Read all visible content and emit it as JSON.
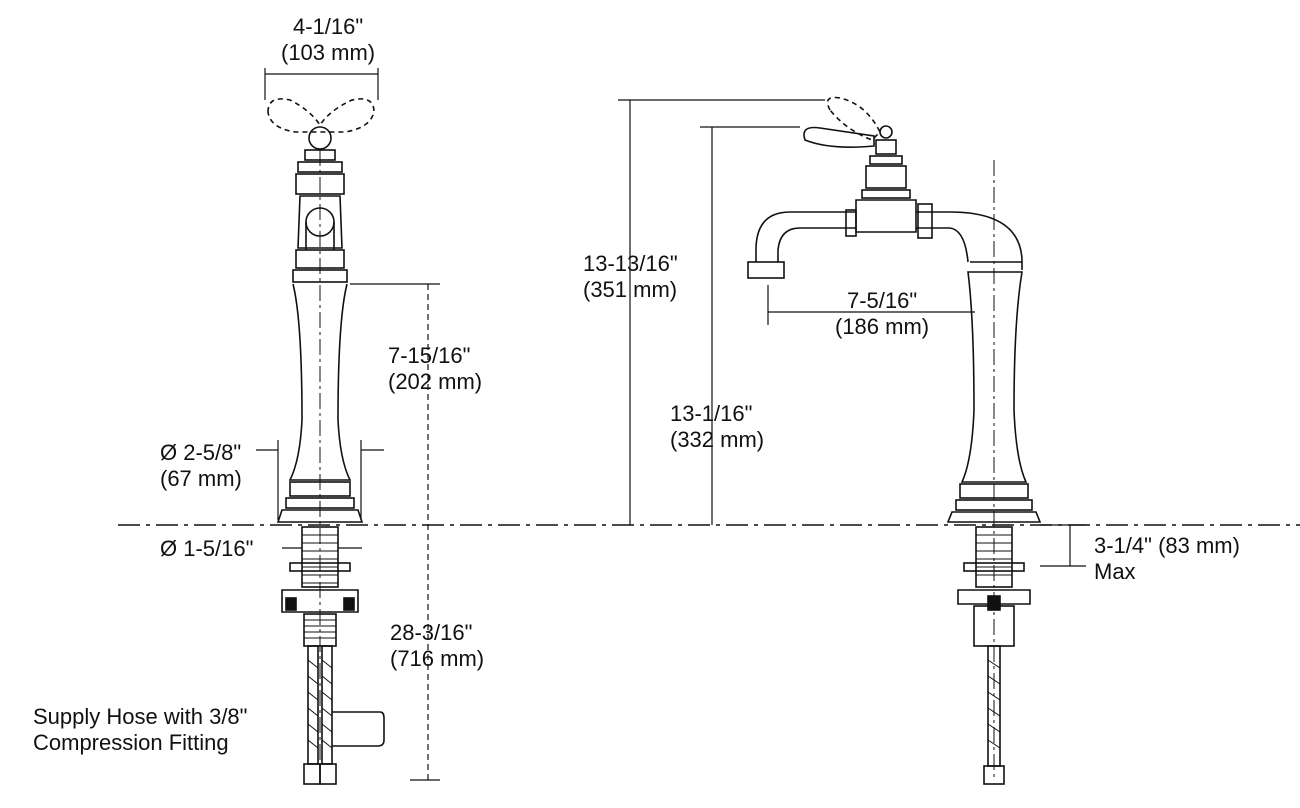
{
  "labels": {
    "handle_width": {
      "in": "4-1/16\"",
      "mm": "(103 mm)"
    },
    "body_height": {
      "in": "7-15/16\"",
      "mm": "(202 mm)"
    },
    "body_diameter": {
      "in": "Ø 2-5/8\"",
      "mm": "(67 mm)"
    },
    "shank_diameter": {
      "in": "Ø 1-5/16\""
    },
    "supply_length": {
      "in": "28-3/16\"",
      "mm": "(716 mm)"
    },
    "supply_hose": {
      "line1": "Supply Hose with 3/8\"",
      "line2": "Compression Fitting"
    },
    "overall_height": {
      "in": "13-13/16\"",
      "mm": "(351 mm)"
    },
    "spout_reach": {
      "in": "7-5/16\"",
      "mm": "(186 mm)"
    },
    "spout_height": {
      "in": "13-1/16\"",
      "mm": "(332 mm)"
    },
    "deck_thickness": {
      "in": "3-1/4\" (83 mm)",
      "note": "Max"
    }
  },
  "colors": {
    "line": "#111111",
    "background": "#ffffff"
  }
}
